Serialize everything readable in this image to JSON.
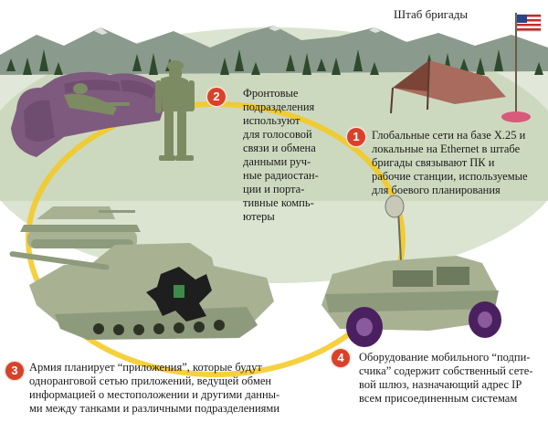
{
  "title": "Штаб бригады",
  "colors": {
    "badge": "#d8412a",
    "path": "#f4c81c",
    "landscape": "#bccdaa",
    "mountains": "#8a9a8c",
    "trees": "#2e4a2c",
    "soldier": "#7d8b62",
    "bunker": "#7e5a7f",
    "tent": "#a86b5e",
    "vehicle": "#a8b293",
    "wheels": "#4b2060"
  },
  "steps": [
    {
      "number": "1",
      "icon": "step-number-badge",
      "lines": [
        "Глобальные сети на базе X.25 и",
        "локальные на Ethernet в штабе",
        "бригады связывают ПК и",
        "рабочие станции, используемые",
        "для боевого планирования"
      ]
    },
    {
      "number": "2",
      "icon": "step-number-badge",
      "lines": [
        "Фронтовые",
        "подразделения",
        "используют",
        "для голосовой",
        "связи и обмена",
        "данными руч-",
        "ные радиостан-",
        "ции и порта-",
        "тивные компь-",
        "ютеры"
      ]
    },
    {
      "number": "3",
      "icon": "step-number-badge",
      "lines": [
        "Армия планирует “приложения”, которые будут",
        "одноранговой сетью приложений, ведущей обмен",
        "информацией о местоположении и другими данны-",
        "ми между танками и различными подразделениями"
      ]
    },
    {
      "number": "4",
      "icon": "step-number-badge",
      "lines": [
        "Оборудование мобильного “подпи-",
        "счика” содержит собственный сете-",
        "вой шлюз, назначающий адрес IP",
        "всем присоединенным системам"
      ]
    }
  ],
  "illustrations": [
    "mountain-range-illustration",
    "bunker-with-soldiers-illustration",
    "tent-with-flag-illustration",
    "tank-illustration",
    "humvee-with-antenna-illustration"
  ]
}
